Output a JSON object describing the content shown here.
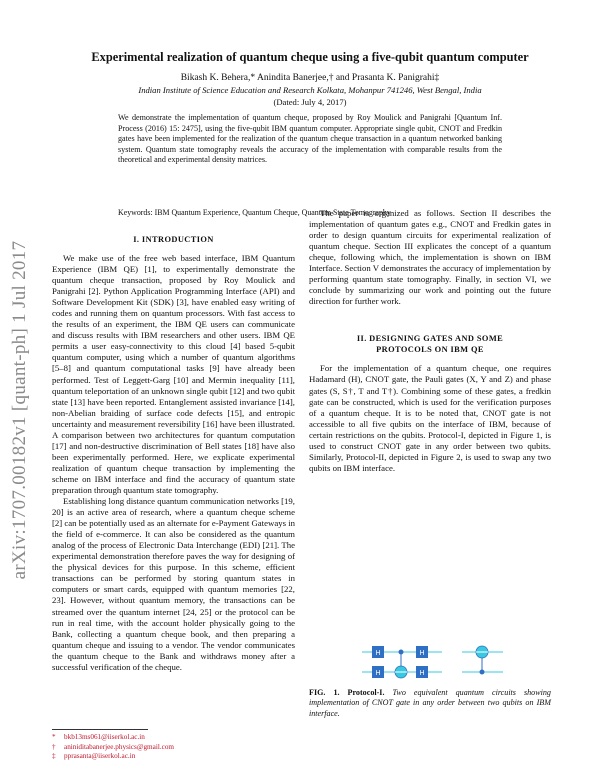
{
  "sidebar": {
    "arxiv_id": "arXiv:1707.00182v1  [quant-ph]  1 Jul 2017"
  },
  "header": {
    "title": "Experimental realization of quantum cheque using a five-qubit quantum computer",
    "authors": "Bikash K. Behera,* Anindita Banerjee,† and Prasanta K. Panigrahi‡",
    "affiliation": "Indian Institute of Science Education and Research Kolkata, Mohanpur 741246, West Bengal, India",
    "dated": "(Dated: July 4, 2017)"
  },
  "abstract": "We demonstrate the implementation of quantum cheque, proposed by Roy Moulick and Panigrahi [Quantum Inf. Process (2016) 15: 2475], using the five-qubit IBM quantum computer. Appropriate single qubit, CNOT and Fredkin gates have been implemented for the realization of the quantum cheque transaction in a quantum networked banking system. Quantum state tomography reveals the accuracy of the implementation with comparable results from the theoretical and experimental density matrices.",
  "keywords": "Keywords: IBM Quantum Experience, Quantum Cheque, Quantum State Tomography",
  "sections": {
    "intro_heading": "I.   INTRODUCTION",
    "intro_p1": "We make use of the free web based interface, IBM Quantum Experience (IBM QE) [1], to experimentally demonstrate the quantum cheque transaction, proposed by Roy Moulick and Panigrahi [2]. Python Application Programming Interface (API) and Software Development Kit (SDK) [3], have enabled easy writing of codes and running them on quantum processors. With fast access to the results of an experiment, the IBM QE users can communicate and discuss results with IBM researchers and other users. IBM QE permits a user easy-connectivity to this cloud [4] based 5-qubit quantum computer, using which a number of quantum algorithms [5–8] and quantum computational tasks [9] have already been performed. Test of Leggett-Garg [10] and Mermin inequality [11], quantum teleportation of an unknown single qubit [12] and two qubit state [13] have been reported. Entanglement assisted invariance [14], non-Abelian braiding of surface code defects [15], and entropic uncertainty and measurement reversibility [16] have been illustrated. A comparison between two architectures for quantum computation [17] and non-destructive discrimination of Bell states [18] have also been experimentally performed. Here, we explicate experimental realization of quantum cheque transaction by implementing the scheme on IBM interface and find the accuracy of quantum state preparation through quantum state tomography.",
    "intro_p2": "Establishing long distance quantum communication networks [19, 20] is an active area of research, where a quantum cheque scheme [2] can be potentially used as an alternate for e-Payment Gateways in the field of e-commerce. It can also be considered as the quantum analog of the process of Electronic Data Interchange (EDI) [21]. The experimental demonstration therefore paves the way for designing of the physical devices for this purpose. In this scheme, efficient transactions can be performed by storing quantum states in computers or smart cards, equipped with quantum memories [22, 23]. However, without quantum memory, the transactions can be streamed over the quantum internet [24, 25] or the protocol can be run in real time, with the account holder physically going to the Bank, collecting a quantum cheque book, and then preparing a quantum cheque and issuing to a vendor. The vendor communicates the quantum cheque to the Bank and withdraws money after a successful verification of the cheque.",
    "intro_p3": "The paper is organized as follows. Section II describes the implementation of quantum gates e.g., CNOT and Fredkin gates in order to design quantum circuits for experimental realization of quantum cheque. Section III explicates the concept of a quantum cheque, following which, the implementation is shown on IBM Interface. Section V demonstrates the accuracy of implementation by performing quantum state tomography. Finally, in section VI, we conclude by summarizing our work and pointing out the future direction for further work.",
    "sec2_heading_line1": "II.   DESIGNING GATES AND SOME",
    "sec2_heading_line2": "PROTOCOLS ON IBM QE",
    "sec2_p1": "For the implementation of a quantum cheque, one requires Hadamard (H), CNOT gate, the Pauli gates (X, Y and Z) and phase gates (S, S†, T and T†). Combining some of these gates, a fredkin gate can be constructed, which is used for the verification purposes of a quantum cheque. It is to be noted that, CNOT gate is not accessible to all five qubits on the interface of IBM, because of certain restrictions on the qubits. Protocol-I, depicted in Figure 1, is used to construct CNOT gate in any order between two qubits. Similarly, Protocol-II, depicted in Figure 2, is used to swap any two qubits on IBM interface."
  },
  "figure1": {
    "gate_label": "H",
    "caption_label": "FIG. 1.",
    "caption_title": "Protocol-I.",
    "caption_text": "Two equivalent quantum circuits showing implementation of CNOT gate in any order between two qubits on IBM interface."
  },
  "footnotes": [
    {
      "mark": "*",
      "text": "bkb13ms061@iiserkol.ac.in"
    },
    {
      "mark": "†",
      "text": "aniniditabanerjee.physics@gmail.com"
    },
    {
      "mark": "‡",
      "text": "pprasanta@iiserkol.ac.in"
    }
  ],
  "colors": {
    "link": "#c0152a",
    "gate_fill": "#2f6fc4",
    "wire": "#38c8e0"
  }
}
